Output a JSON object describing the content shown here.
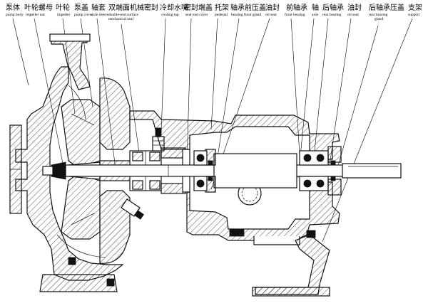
{
  "labels": [
    {
      "key": "pump-body",
      "zh": "泵体",
      "en": "pump body"
    },
    {
      "key": "impeller-nut",
      "zh": "叶轮螺母",
      "en": "impeller nut"
    },
    {
      "key": "impeller",
      "zh": "叶轮",
      "en": "impeller"
    },
    {
      "key": "pump-cover",
      "zh": "泵盖",
      "en": "pump cover"
    },
    {
      "key": "axle-sleeve",
      "zh": "轴套",
      "en": "axle sleeve"
    },
    {
      "key": "mechanical-seal",
      "zh": "双端面机械密封",
      "en": "double-end surface mechanical seal"
    },
    {
      "key": "cooling-tap",
      "zh": "冷却水嘴",
      "en": "cooling tap"
    },
    {
      "key": "seal-end-cover",
      "zh": "密封端盖",
      "en": "seal end cover"
    },
    {
      "key": "pedestal",
      "zh": "托架",
      "en": "pedestal"
    },
    {
      "key": "bearing-front-gland",
      "zh": "轴承前压盖",
      "en": "bearing front gland"
    },
    {
      "key": "oil-seal-front",
      "zh": "油封",
      "en": "oil seal"
    },
    {
      "key": "front-bearing",
      "zh": "前轴承",
      "en": "front bearing"
    },
    {
      "key": "axle",
      "zh": "轴",
      "en": "axle"
    },
    {
      "key": "rear-bearing",
      "zh": "后轴承",
      "en": "rear bearing"
    },
    {
      "key": "oil-seal-rear",
      "zh": "油封",
      "en": "oil seal"
    },
    {
      "key": "rear-bearing-gland",
      "zh": "后轴承压盖",
      "en": "rear bearing gland"
    },
    {
      "key": "support",
      "zh": "支架",
      "en": "support"
    }
  ]
}
